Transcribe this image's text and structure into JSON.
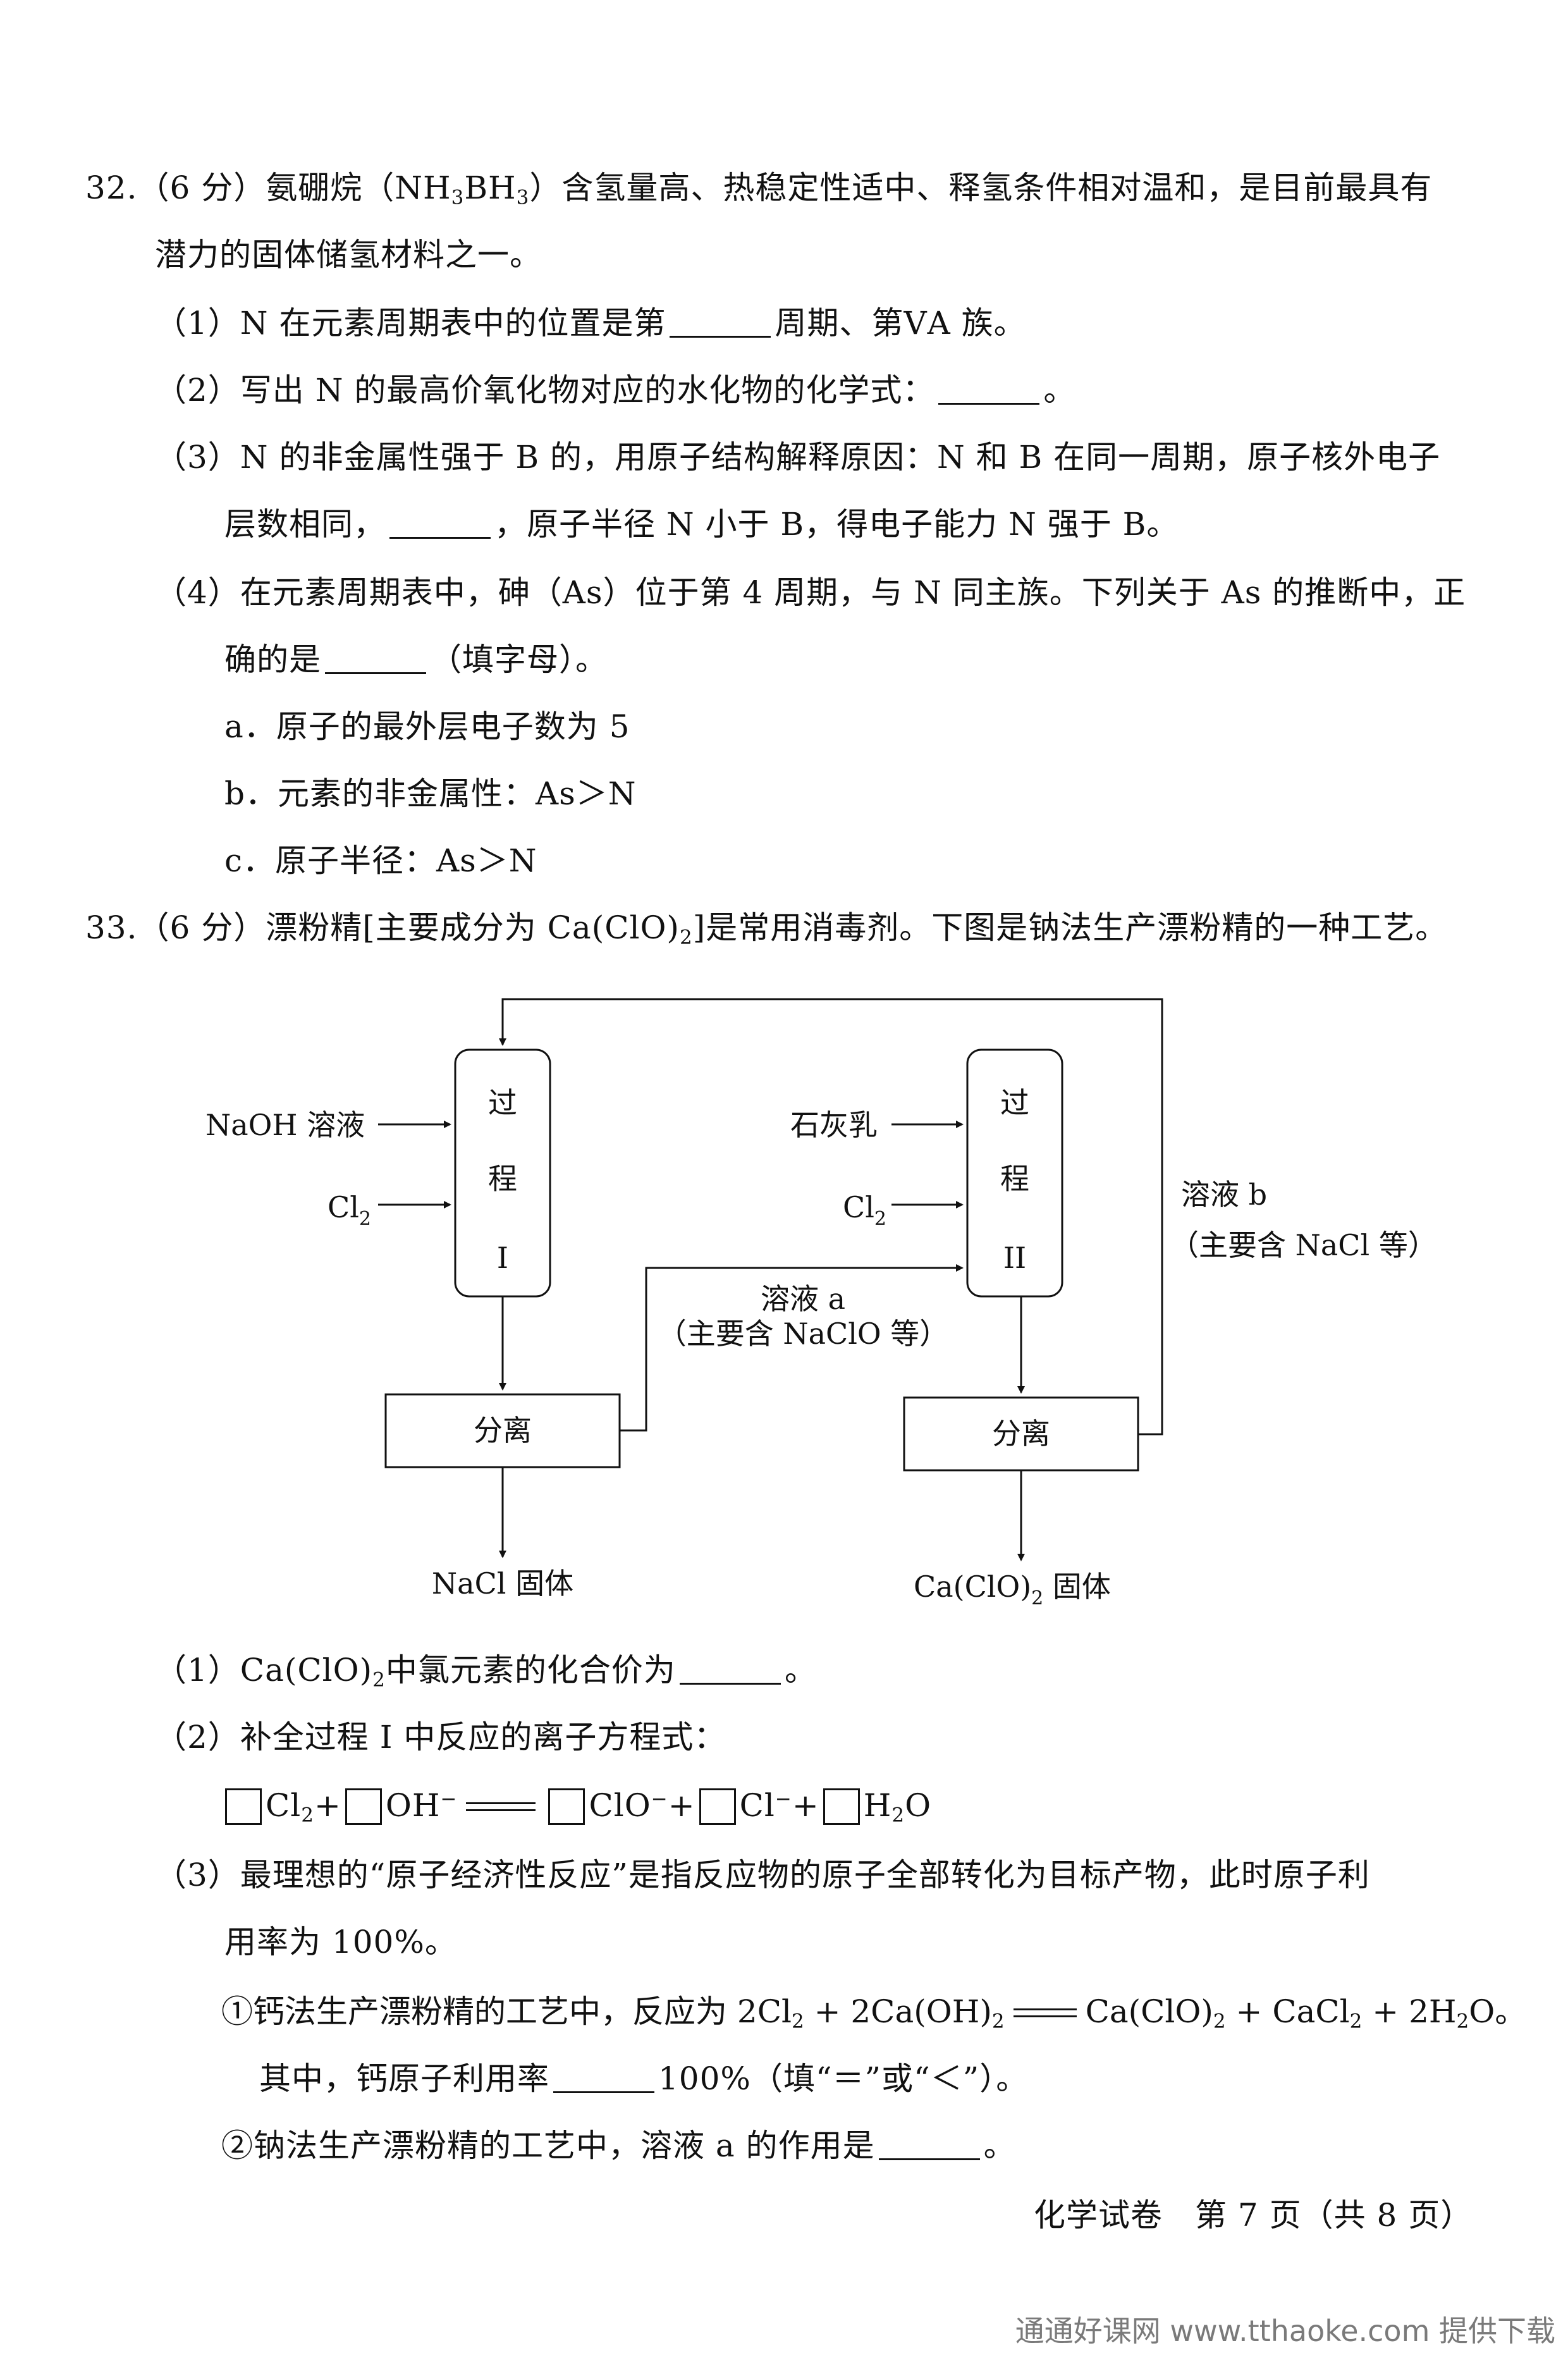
{
  "q32": {
    "stem_l1_a": "32.（6 分）氨硼烷（NH",
    "stem_l1_s1": "3",
    "stem_l1_b": "BH",
    "stem_l1_s2": "3",
    "stem_l1_c": "）含氢量高、热稳定性适中、释氢条件相对温和，是目前最具有",
    "stem_l2": "潜力的固体储氢材料之一。",
    "p1_a": "（1）N 在元素周期表中的位置是第",
    "p1_b": "周期、第ⅤA 族。",
    "p2_a": "（2）写出 N 的最高价氧化物对应的水化物的化学式：",
    "p2_b": "。",
    "p3_l1": "（3）N 的非金属性强于 B 的，用原子结构解释原因：N 和 B 在同一周期，原子核外电子",
    "p3_l2_a": "层数相同，",
    "p3_l2_b": "，原子半径 N 小于 B，得电子能力 N 强于 B。",
    "p4_l1": "（4）在元素周期表中，砷（As）位于第 4 周期，与 N 同主族。下列关于 As 的推断中，正",
    "p4_l2_a": "确的是",
    "p4_l2_b": "（填字母）。",
    "opt_a": "a．原子的最外层电子数为 5",
    "opt_b": "b．元素的非金属性：As＞N",
    "opt_c": "c．原子半径：As＞N"
  },
  "q33": {
    "stem_a": "33.（6 分）漂粉精[主要成分为 Ca(ClO)",
    "stem_s": "2",
    "stem_b": "]是常用消毒剂。下图是钠法生产漂粉精的一种工艺。",
    "diagram": {
      "in_naoh": "NaOH 溶液",
      "in_cl2_1": "Cl",
      "in_cl2_1_sub": "2",
      "proc1_ch1": "过",
      "proc1_ch2": "程",
      "proc1_ch3": "I",
      "in_lime": "石灰乳",
      "in_cl2_2": "Cl",
      "in_cl2_2_sub": "2",
      "proc2_ch1": "过",
      "proc2_ch2": "程",
      "proc2_ch3": "II",
      "sep1": "分离",
      "sep2": "分离",
      "sol_a_1": "溶液 a",
      "sol_a_2": "（主要含 NaClO 等）",
      "sol_b_1": "溶液 b",
      "sol_b_2": "（主要含 NaCl 等）",
      "out_nacl": "NaCl 固体",
      "out_ca_a": "Ca(ClO)",
      "out_ca_sub": "2",
      "out_ca_b": " 固体"
    },
    "p1_a": "（1）Ca(ClO)",
    "p1_s": "2",
    "p1_b": "中氯元素的化合价为",
    "p1_c": "。",
    "p2": "（2）补全过程 I 中反应的离子方程式：",
    "eq_cl": "Cl",
    "eq_cl_sub": "2",
    "eq_plus": "+",
    "eq_oh": "OH",
    "eq_oh_sup": "−",
    "eq_clo": "ClO",
    "eq_clo_sup": "−",
    "eq_cl2": "Cl",
    "eq_cl2_sup": "−",
    "eq_h2o_a": "H",
    "eq_h2o_sub": "2",
    "eq_h2o_b": "O",
    "p3_l1": "（3）最理想的“原子经济性反应”是指反应物的原子全部转化为目标产物，此时原子利",
    "p3_l2": "用率为 100%。",
    "p3_1_a": "①钙法生产漂粉精的工艺中，反应为 2Cl",
    "p3_1_s1": "2",
    "p3_1_b": " + 2Ca(OH)",
    "p3_1_s2": "2",
    "p3_1_c": "Ca(ClO)",
    "p3_1_s3": "2",
    "p3_1_d": " + CaCl",
    "p3_1_s4": "2",
    "p3_1_e": " + 2H",
    "p3_1_s5": "2",
    "p3_1_f": "O。",
    "p3_1_l2_a": "其中，钙原子利用率",
    "p3_1_l2_b": "100%（填“＝”或“＜”）。",
    "p3_2_a": "②钠法生产漂粉精的工艺中，溶液 a 的作用是",
    "p3_2_b": "。"
  },
  "footer": "化学试卷　第 7 页（共 8 页）",
  "watermark": "通通好课网 www.tthaoke.com 提供下载"
}
